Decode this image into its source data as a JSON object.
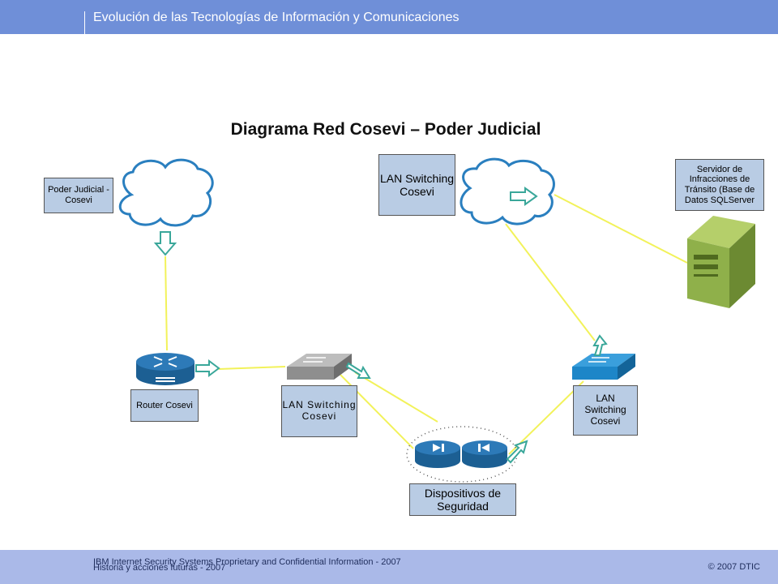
{
  "header": {
    "title": "Evolución de las Tecnologías de Información y Comunicaciones"
  },
  "footer": {
    "confidential": "IBM Internet Security Systems Proprietary and Confidential Information - 2007",
    "subtitle": "Historia y acciones futuras - 2007",
    "copyright": "© 2007 DTIC"
  },
  "diagram": {
    "title": "Diagrama Red Cosevi – Poder Judicial",
    "labels": {
      "poder_judicial": "Poder Judicial - Cosevi",
      "lan_top": "LAN Switching Cosevi",
      "servidor": "Servidor de Infracciones de Tránsito (Base de Datos SQLServer",
      "router": "Router Cosevi",
      "lan_mid": "LAN Switching Cosevi",
      "lan_right": "LAN Switching Cosevi",
      "seguridad": "Dispositivos de Seguridad"
    },
    "colors": {
      "link": "#f2f25a",
      "label_fill": "#b9cce4",
      "router": "#2d7ab8",
      "switch_gray": "#9a9a9a",
      "switch_blue": "#1d86c8",
      "server": "#8fb04a",
      "arrow": "#3aa79a"
    }
  }
}
